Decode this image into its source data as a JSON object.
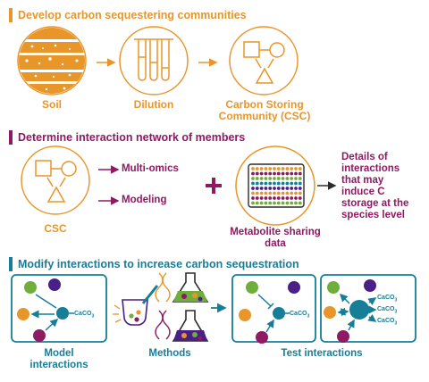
{
  "colors": {
    "orange": "#E8962A",
    "purple": "#8E1A63",
    "teal": "#167E97",
    "green": "#6FAE3C",
    "violet": "#4A1F86",
    "dark": "#2B2B2B"
  },
  "section1": {
    "title": "Develop carbon sequestering communities",
    "soil_label": "Soil",
    "dilution_label": "Dilution",
    "csc_label_line1": "Carbon Storing",
    "csc_label_line2": "Community (CSC)"
  },
  "section2": {
    "title": "Determine interaction network of members",
    "multiomics_label": "Multi-omics",
    "modeling_label": "Modeling",
    "csc_label": "CSC",
    "metabolite_label_line1": "Metabolite sharing",
    "metabolite_label_line2": "data",
    "details_lines": [
      "Details of",
      "interactions",
      "that may",
      "induce C",
      "storage at the",
      "species level"
    ]
  },
  "section3": {
    "title": "Modify interactions to increase carbon sequestration",
    "model_label_line1": "Model",
    "model_label_line2": "interactions",
    "methods_label": "Methods",
    "test_label": "Test interactions",
    "caco3": "CaCO",
    "caco3_sub": "3"
  }
}
